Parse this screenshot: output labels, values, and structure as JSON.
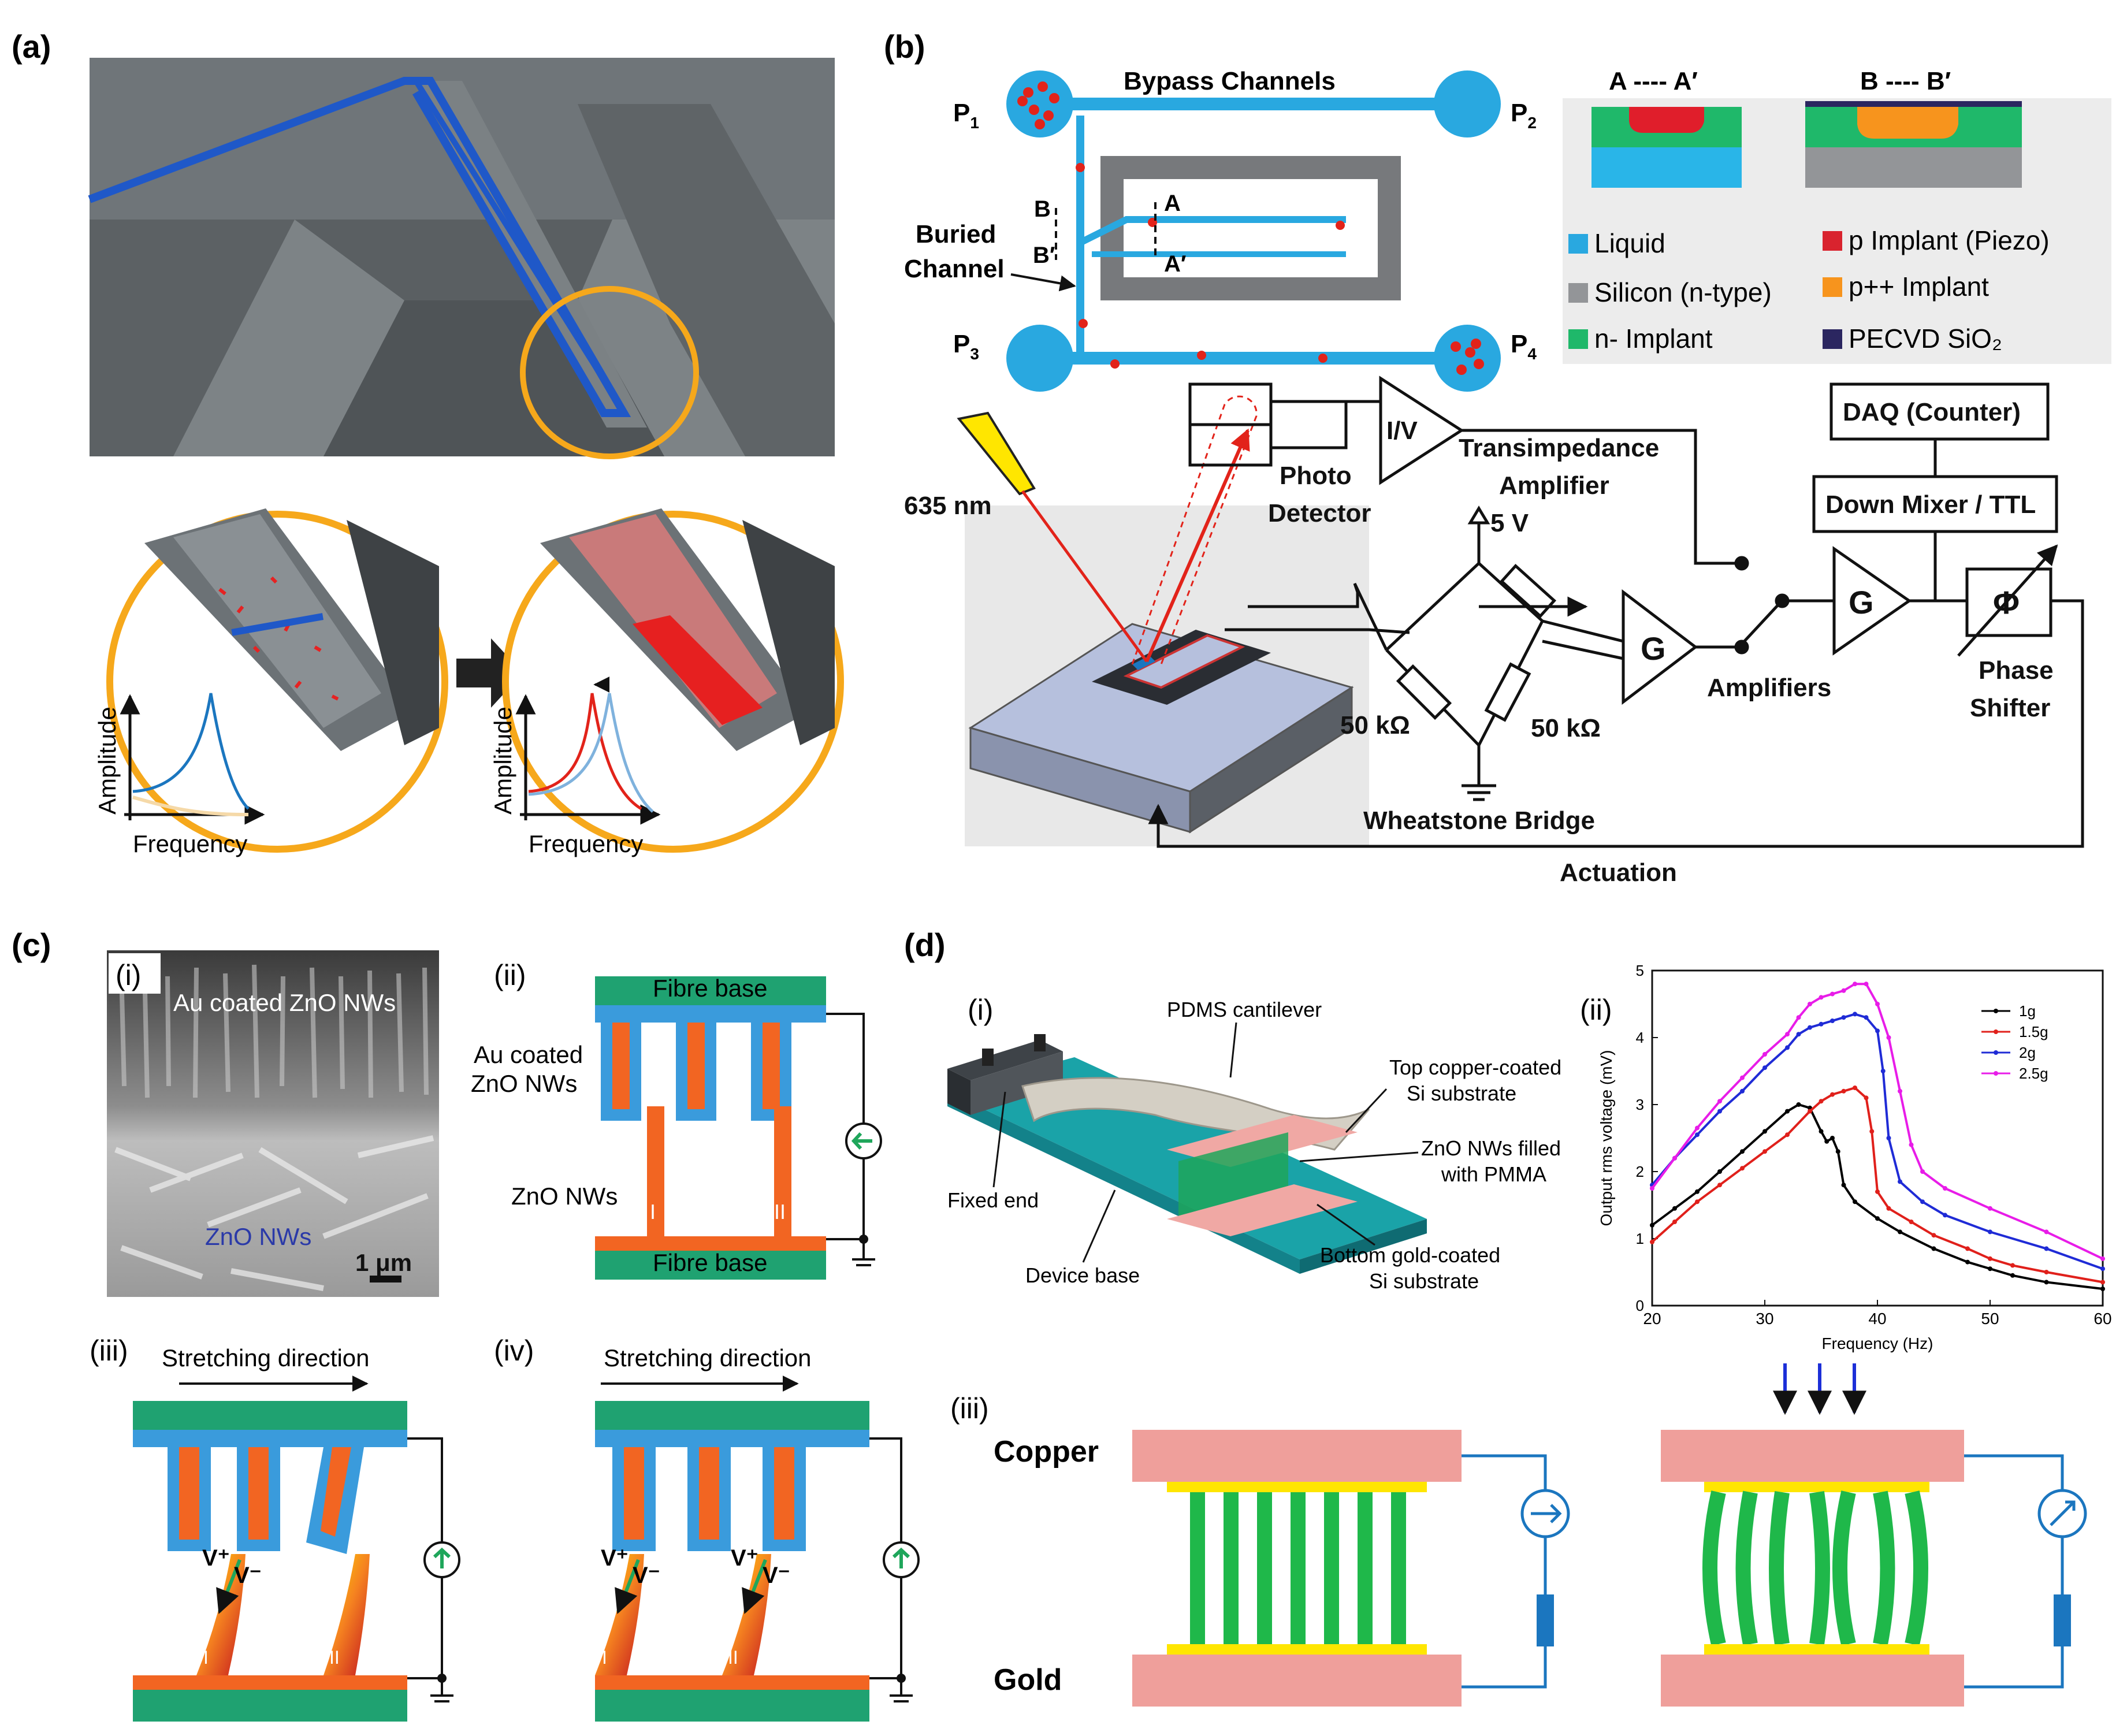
{
  "panels": {
    "a": {
      "label": "(a)",
      "amplitude": "Amplitude",
      "frequency": "Frequency"
    },
    "b": {
      "label": "(b)",
      "bypass": "Bypass Channels",
      "p1": "P",
      "p2": "P",
      "p3": "P",
      "p4": "P",
      "p1s": "1",
      "p2s": "2",
      "p3s": "3",
      "p4s": "4",
      "buried1": "Buried",
      "buried2": "Channel",
      "secA": "A ---- A′",
      "secB": "B ---- B′",
      "markA": "A",
      "markA2": "A′",
      "markB": "B",
      "markB2": "B′",
      "legend": [
        {
          "text": "Liquid",
          "color": "#29a8e0"
        },
        {
          "text": "p Implant  (Piezo)",
          "color": "#d9232e"
        },
        {
          "text": "Silicon (n-type)",
          "color": "#939598"
        },
        {
          "text": "p++ Implant",
          "color": "#f7941d"
        },
        {
          "text": "n- Implant",
          "color": "#1fb86a"
        },
        {
          "text": "PECVD SiO₂",
          "color": "#2b2660"
        }
      ],
      "laser": "635 nm",
      "photo1": "Photo",
      "photo2": "Detector",
      "iv": "I/V",
      "trans1": "Transimpedance",
      "trans2": "Amplifier",
      "v5": "5 V",
      "daq": "DAQ (Counter)",
      "mixer": "Down Mixer / TTL",
      "g1": "G",
      "g2": "G",
      "phi": "Φ",
      "amps": "Amplifiers",
      "phase1": "Phase",
      "phase2": "Shifter",
      "r1": "50 kΩ",
      "r2": "50 kΩ",
      "wheat": "Wheatstone Bridge",
      "act": "Actuation"
    },
    "c": {
      "label": "(c)",
      "i": "(i)",
      "ii": "(ii)",
      "iii": "(iii)",
      "iv": "(iv)",
      "au_sem": "Au coated ZnO NWs",
      "zno_sem": "ZnO NWs",
      "scale": "1 μm",
      "fibre_top": "Fibre base",
      "fibre_bot": "Fibre base",
      "au1": "Au coated",
      "au2": "ZnO NWs",
      "zno": "ZnO NWs",
      "rI": "I",
      "rII": "II",
      "stretch1": "Stretching direction",
      "stretch2": "Stretching direction",
      "vp": "V⁺",
      "vm": "V⁻"
    },
    "d": {
      "label": "(d)",
      "i": "(i)",
      "ii": "(ii)",
      "iii": "(iii)",
      "pdms": "PDMS cantilever",
      "top1": "Top copper-coated",
      "top2": "Si substrate",
      "zno1": "ZnO NWs filled",
      "zno2": "with PMMA",
      "bot1": "Bottom gold-coated",
      "bot2": "Si substrate",
      "fixed": "Fixed end",
      "base": "Device base",
      "copper": "Copper",
      "gold": "Gold"
    }
  },
  "chart_data": {
    "type": "line",
    "xlabel": "Frequency (Hz)",
    "ylabel": "Output rms voltage (mV)",
    "xlim": [
      20,
      60
    ],
    "ylim": [
      0,
      5
    ],
    "xticks": [
      20,
      30,
      40,
      50,
      60
    ],
    "yticks": [
      0,
      1,
      2,
      3,
      4,
      5
    ],
    "legend_position": "top-right",
    "series": [
      {
        "name": "1g",
        "color": "#000000",
        "x": [
          20,
          22,
          24,
          26,
          28,
          30,
          32,
          33,
          34,
          35,
          35.5,
          36,
          36.5,
          37,
          38,
          40,
          42,
          45,
          48,
          50,
          52,
          55,
          60
        ],
        "y": [
          1.2,
          1.45,
          1.7,
          2.0,
          2.3,
          2.6,
          2.9,
          3.0,
          2.95,
          2.6,
          2.45,
          2.5,
          2.3,
          1.8,
          1.55,
          1.3,
          1.1,
          0.85,
          0.65,
          0.55,
          0.45,
          0.35,
          0.25
        ]
      },
      {
        "name": "1.5g",
        "color": "#e0201b",
        "x": [
          20,
          22,
          24,
          26,
          28,
          30,
          32,
          34,
          35,
          36,
          37,
          38,
          39,
          39.5,
          40,
          41,
          43,
          45,
          48,
          50,
          52,
          55,
          60
        ],
        "y": [
          0.95,
          1.25,
          1.55,
          1.8,
          2.05,
          2.3,
          2.55,
          2.9,
          3.05,
          3.15,
          3.2,
          3.25,
          3.1,
          2.6,
          1.7,
          1.45,
          1.25,
          1.05,
          0.85,
          0.7,
          0.6,
          0.5,
          0.35
        ]
      },
      {
        "name": "2g",
        "color": "#1f2bd6",
        "x": [
          20,
          22,
          24,
          26,
          28,
          30,
          32,
          33,
          34,
          35,
          36,
          37,
          38,
          39,
          40,
          40.5,
          41,
          42,
          44,
          46,
          50,
          55,
          60
        ],
        "y": [
          1.8,
          2.2,
          2.55,
          2.9,
          3.2,
          3.55,
          3.85,
          4.05,
          4.15,
          4.2,
          4.25,
          4.3,
          4.35,
          4.3,
          4.1,
          3.5,
          2.5,
          1.85,
          1.55,
          1.35,
          1.1,
          0.85,
          0.55
        ]
      },
      {
        "name": "2.5g",
        "color": "#e81ce8",
        "x": [
          20,
          22,
          24,
          26,
          28,
          30,
          32,
          33,
          34,
          35,
          36,
          37,
          38,
          39,
          40,
          41,
          42,
          43,
          44,
          46,
          50,
          55,
          60
        ],
        "y": [
          1.75,
          2.2,
          2.65,
          3.05,
          3.4,
          3.75,
          4.05,
          4.3,
          4.5,
          4.6,
          4.65,
          4.7,
          4.8,
          4.8,
          4.5,
          4.0,
          3.2,
          2.4,
          2.0,
          1.75,
          1.45,
          1.1,
          0.7
        ]
      }
    ]
  }
}
